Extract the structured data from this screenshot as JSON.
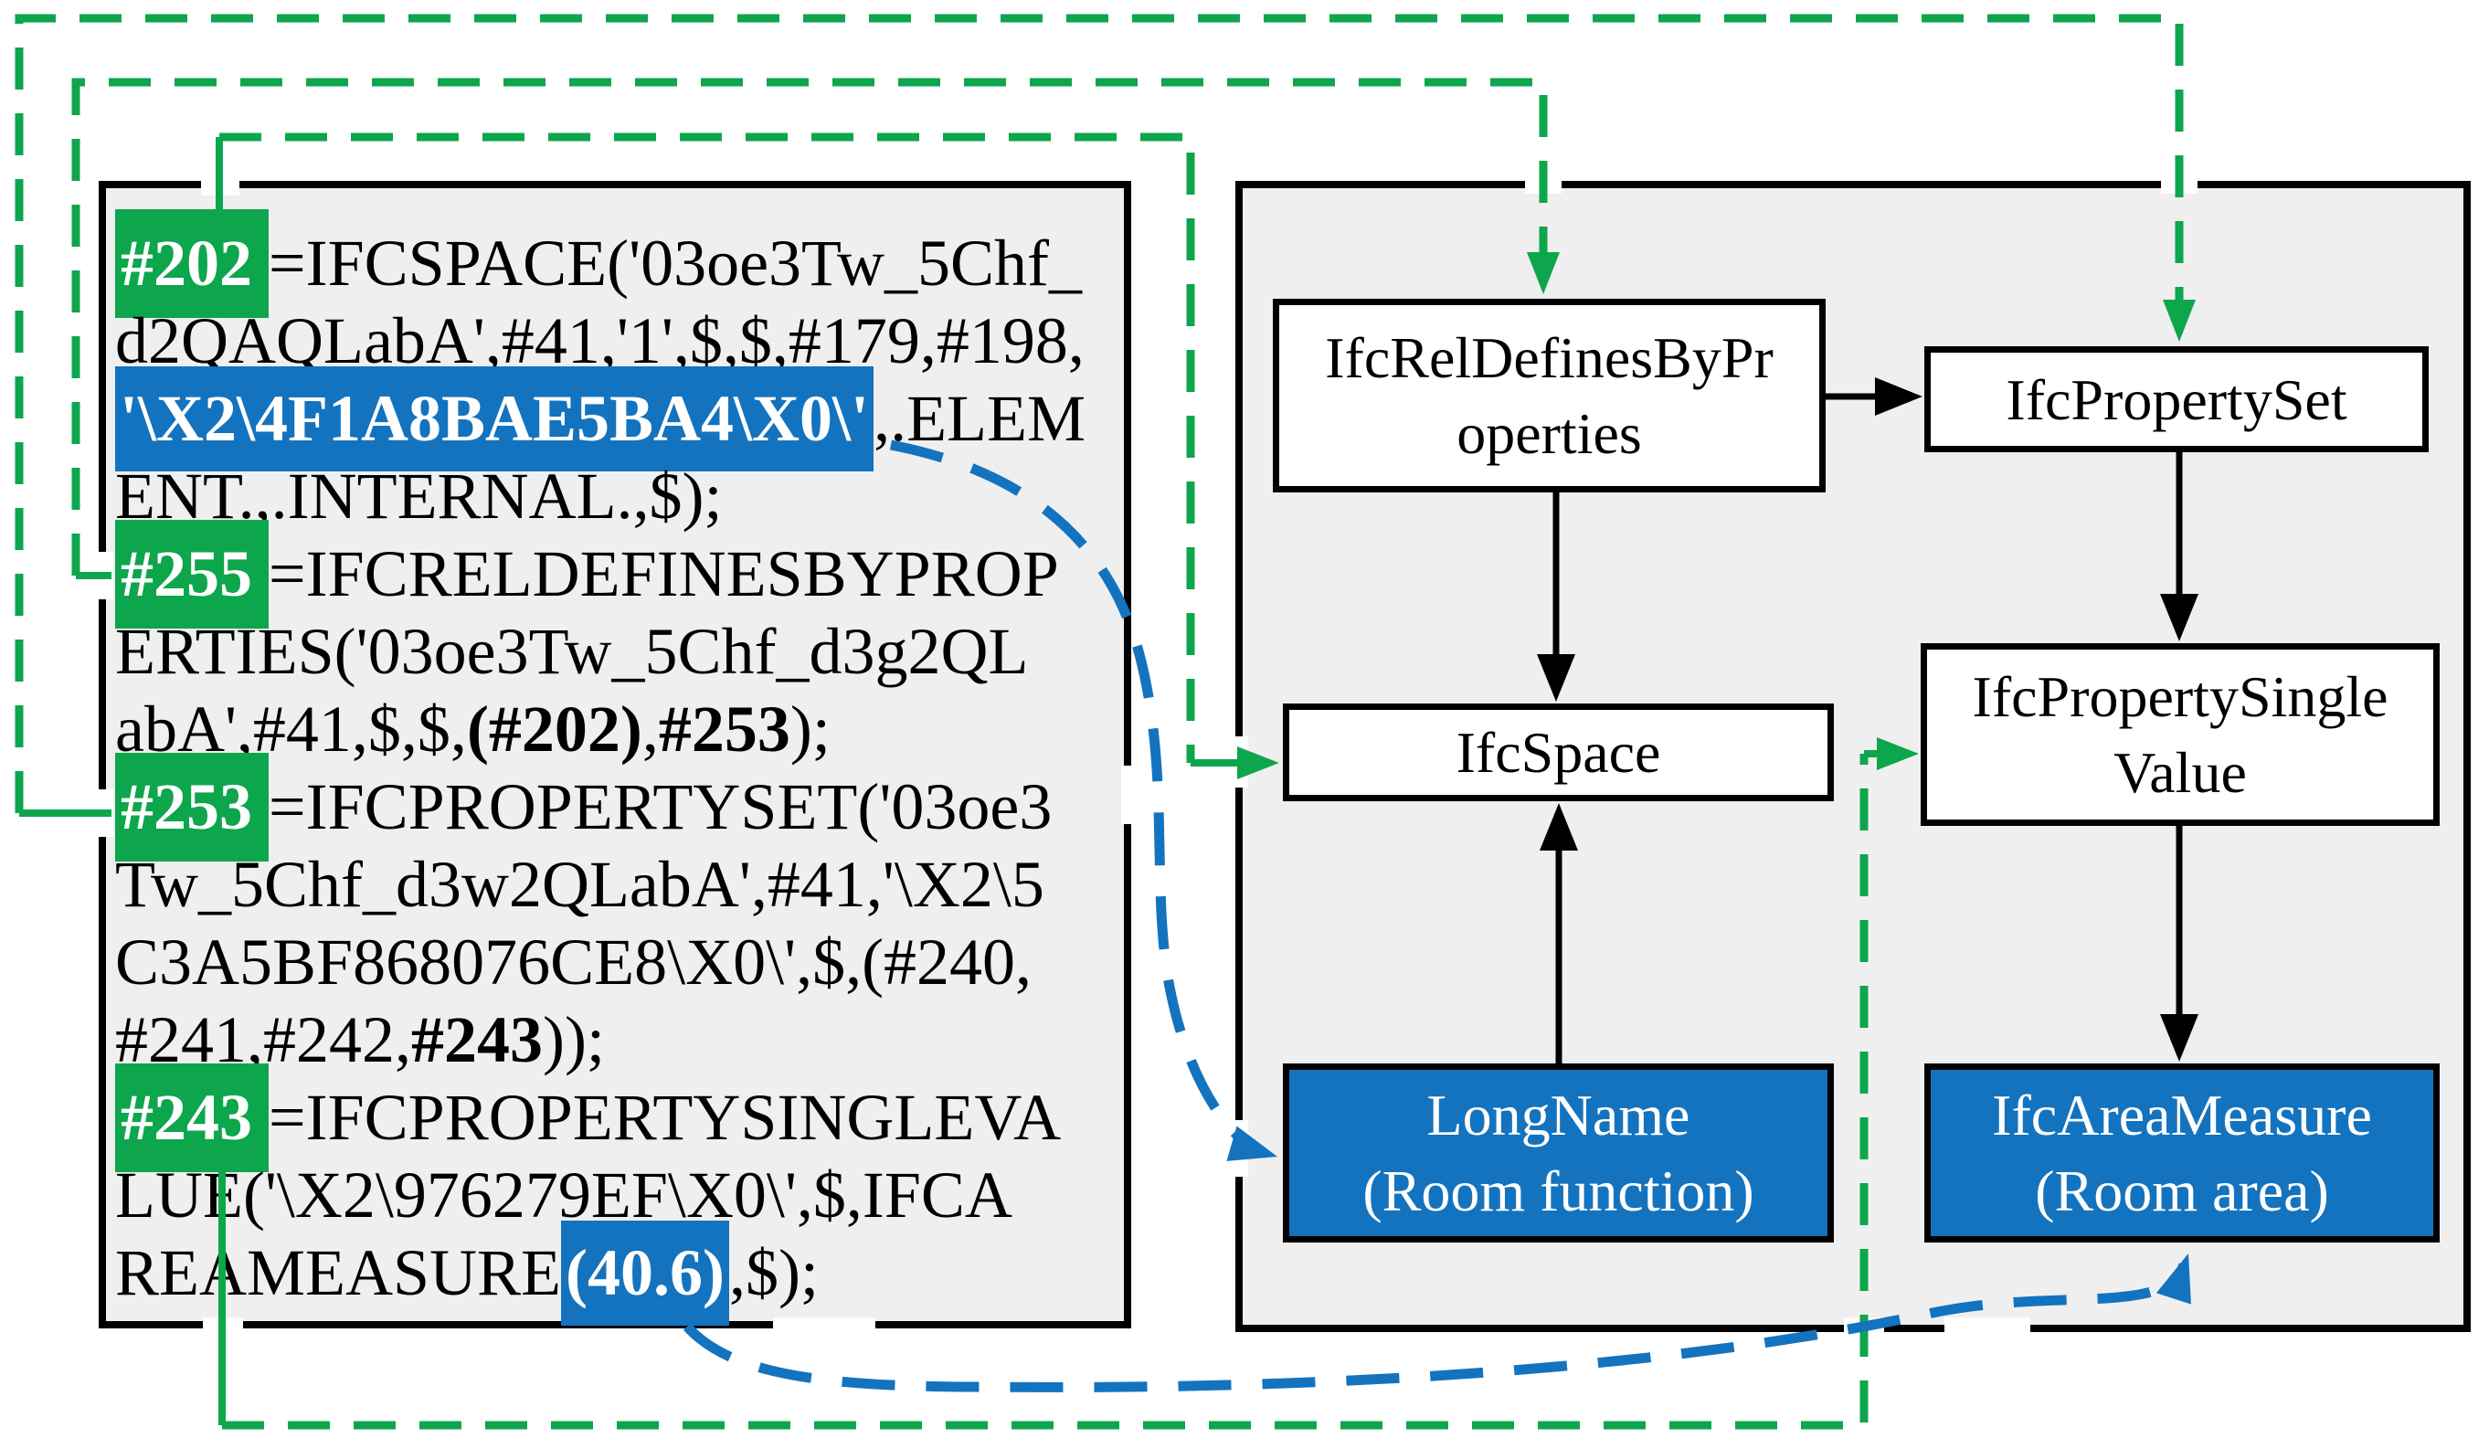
{
  "colors": {
    "green": "#0da64c",
    "blue": "#1473be",
    "panel_bg": "#efefef",
    "line_black": "#000000"
  },
  "left_panel": {
    "description": "IFC STEP file excerpt",
    "lines": [
      {
        "segments": [
          {
            "text": "#202",
            "style": "green-tag"
          },
          {
            "text": "=IFCSPACE('03oe3Tw_5Chf_",
            "style": "plain"
          }
        ]
      },
      {
        "segments": [
          {
            "text": "d2QAQLabA',#41,'1',$,$,#179,#198,",
            "style": "plain"
          }
        ]
      },
      {
        "segments": [
          {
            "text": "'\\X2\\4F1A8BAE5BA4\\X0\\'",
            "style": "blue-highlight"
          },
          {
            "text": ",.ELEM",
            "style": "plain"
          }
        ]
      },
      {
        "segments": [
          {
            "text": "ENT.,.INTERNAL.,$);",
            "style": "plain"
          }
        ]
      },
      {
        "segments": [
          {
            "text": "#255",
            "style": "green-tag"
          },
          {
            "text": "=IFCRELDEFINESBYPROP",
            "style": "plain"
          }
        ]
      },
      {
        "segments": [
          {
            "text": "ERTIES('03oe3Tw_5Chf_d3g2QL",
            "style": "plain"
          }
        ]
      },
      {
        "segments": [
          {
            "text": "abA',#41,$,$,",
            "style": "plain"
          },
          {
            "text": "(#202)",
            "style": "bold"
          },
          {
            "text": ",",
            "style": "plain"
          },
          {
            "text": "#253",
            "style": "bold"
          },
          {
            "text": ");",
            "style": "plain"
          }
        ]
      },
      {
        "segments": [
          {
            "text": "#253",
            "style": "green-tag"
          },
          {
            "text": "=IFCPROPERTYSET('03oe3",
            "style": "plain"
          }
        ]
      },
      {
        "segments": [
          {
            "text": "Tw_5Chf_d3w2QLabA',#41,'\\X2\\5",
            "style": "plain"
          }
        ]
      },
      {
        "segments": [
          {
            "text": "C3A5BF868076CE8\\X0\\',$,(#240,",
            "style": "plain"
          }
        ]
      },
      {
        "segments": [
          {
            "text": "#241,#242,",
            "style": "plain"
          },
          {
            "text": "#243",
            "style": "bold"
          },
          {
            "text": "));",
            "style": "plain"
          }
        ]
      },
      {
        "segments": [
          {
            "text": "#243",
            "style": "green-tag"
          },
          {
            "text": "=IFCPROPERTYSINGLEVA",
            "style": "plain"
          }
        ]
      },
      {
        "segments": [
          {
            "text": "LUE('\\X2\\976279EF\\X0\\',$,IFCA",
            "style": "plain"
          }
        ]
      },
      {
        "segments": [
          {
            "text": "REAMEASURE",
            "style": "plain"
          },
          {
            "text": "(40.6)",
            "style": "blue-highlight"
          },
          {
            "text": ",$);",
            "style": "plain"
          }
        ]
      }
    ]
  },
  "right_panel": {
    "nodes": [
      {
        "id": "ifc-rel-defines-by-properties",
        "type": "white",
        "lines": [
          "IfcRelDefinesByPr",
          "operties"
        ]
      },
      {
        "id": "ifc-property-set",
        "type": "white",
        "lines": [
          "IfcPropertySet"
        ]
      },
      {
        "id": "ifc-space",
        "type": "white",
        "lines": [
          "IfcSpace"
        ]
      },
      {
        "id": "ifc-property-single-value",
        "type": "white",
        "lines": [
          "IfcPropertySingle",
          "Value"
        ]
      },
      {
        "id": "long-name",
        "type": "blue",
        "lines": [
          "LongName",
          "(Room function)"
        ]
      },
      {
        "id": "ifc-area-measure",
        "type": "blue",
        "lines": [
          "IfcAreaMeasure",
          "(Room area)"
        ]
      }
    ]
  }
}
